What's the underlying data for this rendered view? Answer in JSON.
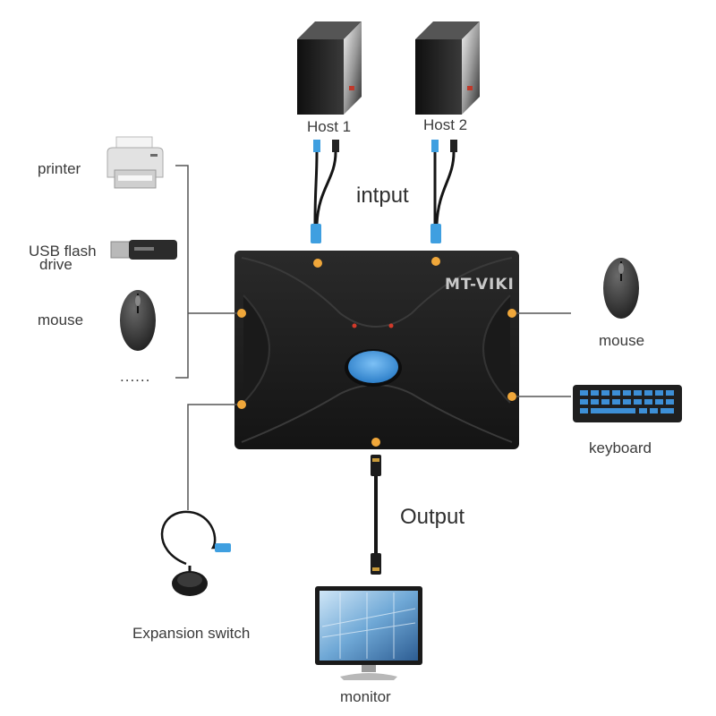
{
  "title": "",
  "labels": {
    "host1": "Host 1",
    "host2": "Host 2",
    "input": "intput",
    "output": "Output",
    "printer": "printer",
    "usb_flash_line1": "USB flash",
    "usb_flash_line2": "drive",
    "mouse_left": "mouse",
    "more": "......",
    "mouse_right": "mouse",
    "keyboard": "keyboard",
    "expansion_switch": "Expansion switch",
    "monitor": "monitor",
    "brand": "MT-VIKI"
  },
  "colors": {
    "device_body": "#1c1c1c",
    "port_dot": "#f0a73a",
    "button": "#3a8fd8",
    "cable_blue": "#3f9fe0",
    "cable_black": "#151515",
    "leader_line": "#555555"
  },
  "icons": [
    "desktop-tower-icon",
    "printer-icon",
    "usb-flash-drive-icon",
    "mouse-icon",
    "keyboard-icon",
    "monitor-icon",
    "expansion-switch-icon"
  ]
}
